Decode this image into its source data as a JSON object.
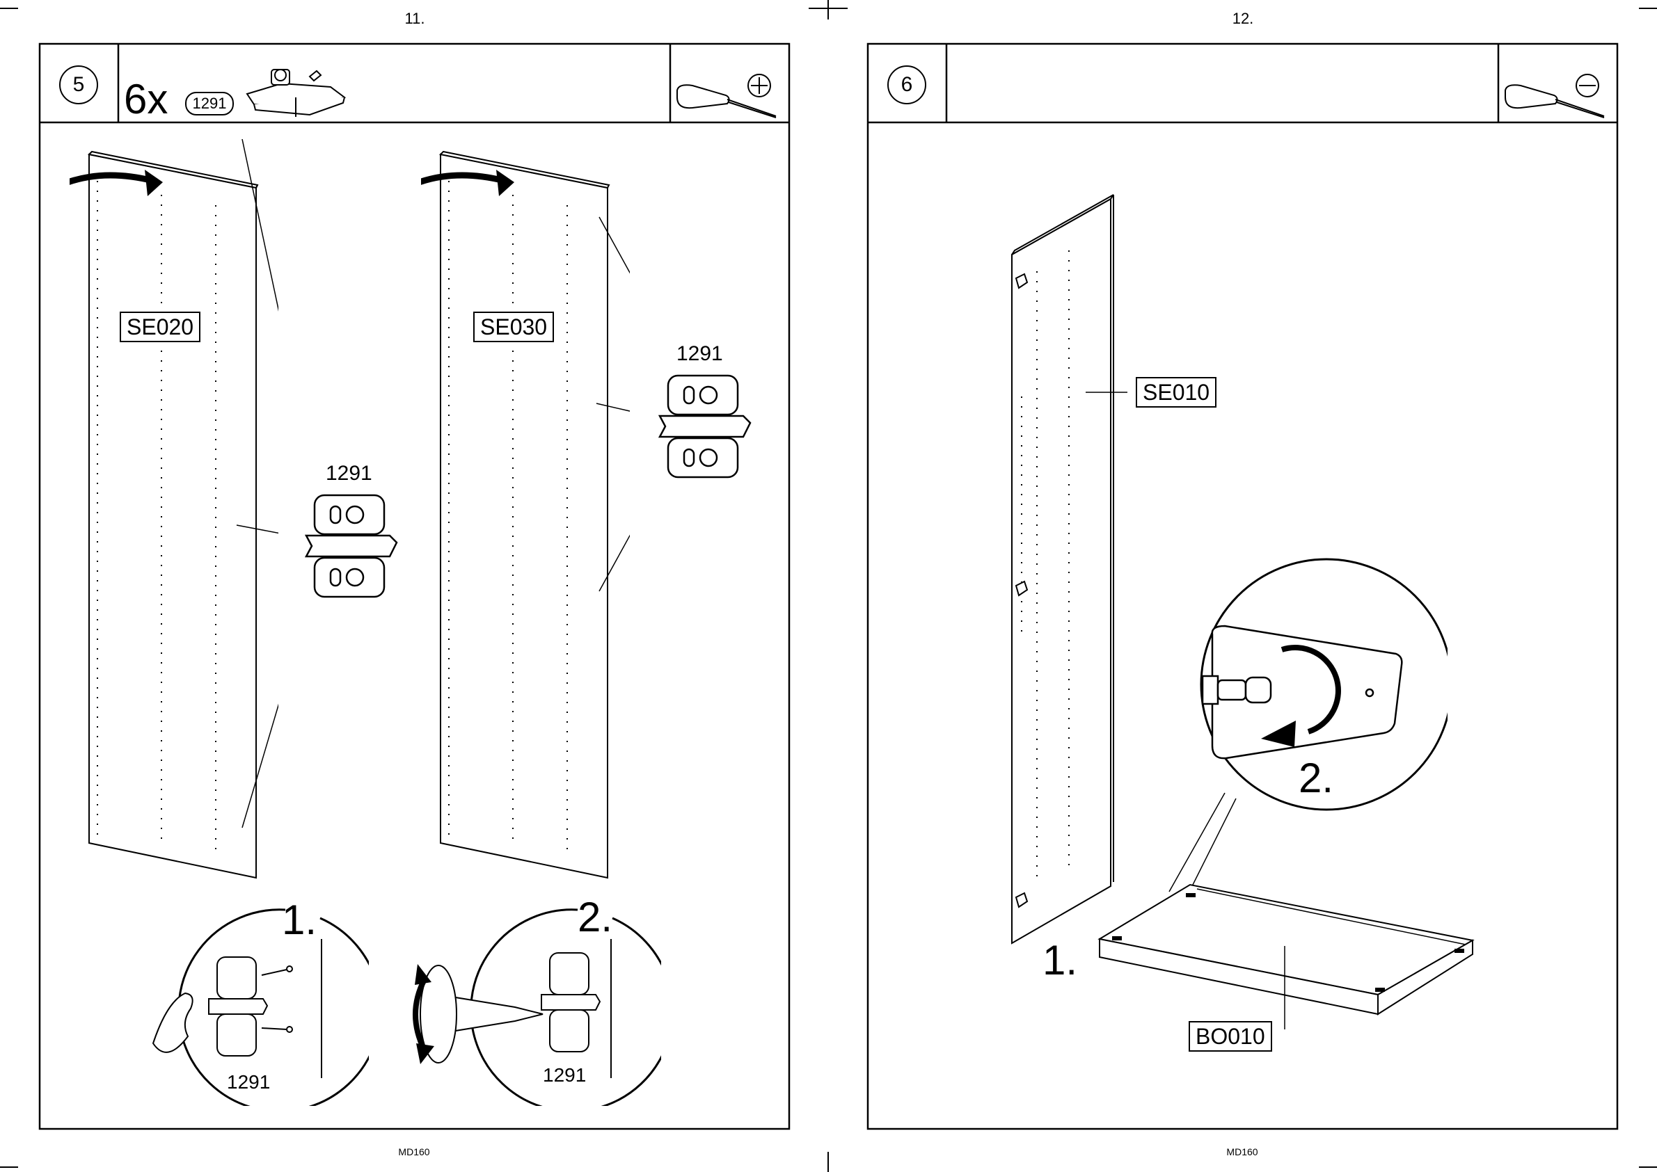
{
  "pages": [
    {
      "page_number": "11.",
      "footer": "MD160",
      "step": {
        "number": "5",
        "quantity": "6x",
        "part_badge": "1291",
        "tool_icon": "phillips-screwdriver-icon",
        "panels": [
          {
            "label": "SE020",
            "part_callout": "1291"
          },
          {
            "label": "SE030",
            "part_callout": "1291"
          }
        ],
        "details": [
          {
            "step": "1.",
            "part": "1291"
          },
          {
            "step": "2.",
            "part": "1291"
          }
        ]
      }
    },
    {
      "page_number": "12.",
      "footer": "MD160",
      "step": {
        "number": "6",
        "tool_icon": "flathead-screwdriver-icon",
        "side_panel_label": "SE010",
        "bottom_panel_label": "BO010",
        "detail_step": "2.",
        "action_step": "1."
      }
    }
  ]
}
